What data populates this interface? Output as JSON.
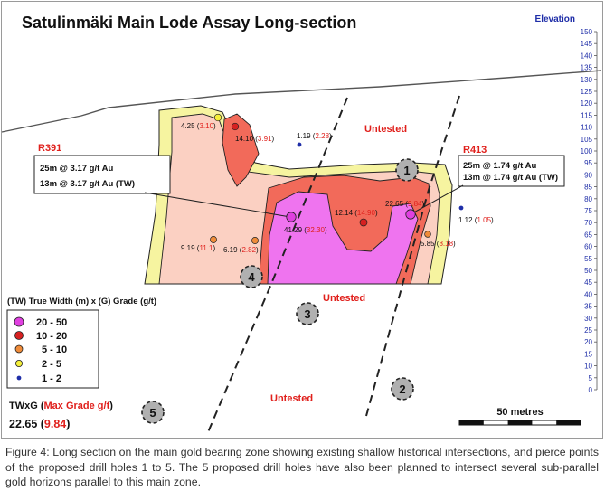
{
  "title": "Satulinmäki Main Lode Assay Long-section",
  "elevation_label": "Elevation",
  "elevation_ticks": [
    "150",
    "145",
    "140",
    "135",
    "130",
    "125",
    "120",
    "115",
    "110",
    "105",
    "100",
    "95",
    "90",
    "85",
    "80",
    "75",
    "70",
    "65",
    "60",
    "55",
    "50",
    "45",
    "40",
    "35",
    "30",
    "25",
    "20",
    "15",
    "10",
    "5",
    "0"
  ],
  "zone_labels": [
    "Untested",
    "Untested",
    "Untested"
  ],
  "samples": [
    {
      "tw": "4.25",
      "grade": "3.10",
      "class": "2-5"
    },
    {
      "tw": "14.10",
      "grade": "3.91",
      "class": "1-2"
    },
    {
      "tw": "1.19",
      "grade": "2.28",
      "class": "1-2"
    },
    {
      "tw": "41.29",
      "grade": "32.30",
      "class": "20-50"
    },
    {
      "tw": "12.14",
      "grade": "14.90",
      "class": "10-20"
    },
    {
      "tw": "22.65",
      "grade": "9.84",
      "class": "20-50"
    },
    {
      "tw": "9.19",
      "grade": "11.1",
      "class": "5-10"
    },
    {
      "tw": "6.19",
      "grade": "2.82",
      "class": "5-10"
    },
    {
      "tw": "5.85",
      "grade": "8.18",
      "class": "5-10"
    },
    {
      "tw": "1.12",
      "grade": "1.05",
      "class": "1-2"
    }
  ],
  "callouts": [
    {
      "hole": "R391",
      "line1": "25m @ 3.17 g/t Au",
      "line2": "13m @ 3.17 g/t Au (TW)"
    },
    {
      "hole": "R413",
      "line1": "25m @ 1.74 g/t Au",
      "line2": "13m @ 1.74 g/t Au (TW)"
    }
  ],
  "proposed_holes": [
    "1",
    "2",
    "3",
    "4",
    "5"
  ],
  "legend": {
    "title": "(TW) True Width (m) x (G) Grade (g/t)",
    "items": [
      {
        "label": "20 - 50",
        "color": "#e040e0"
      },
      {
        "label": "10 - 20",
        "color": "#d62020"
      },
      {
        "label": "5 - 10",
        "color": "#f08c3a"
      },
      {
        "label": "2 - 5",
        "color": "#f5f03a"
      },
      {
        "label": "1 - 2",
        "color": "#1f2ea8"
      }
    ],
    "key_prefix": "TWxG (",
    "key_highlight": "Max Grade g/t",
    "key_suffix": ")",
    "example_value": "22.65",
    "example_grade": "9.84"
  },
  "scale_label": "50 metres",
  "caption": "Figure 4: Long section on the main gold bearing zone showing existing shallow historical intersections, and pierce points of the proposed drill holes 1 to 5. The 5 proposed drill holes have also been planned to intersect several sub-parallel gold horizons parallel to this main zone.",
  "colors": {
    "zone_pale": "#fbd0c2",
    "zone_yellow": "#f6f4a0",
    "zone_red": "#f26a5a",
    "zone_magenta": "#ef74ef",
    "grade_red": "#e0201c",
    "elevation_blue": "#1f2ea8"
  }
}
